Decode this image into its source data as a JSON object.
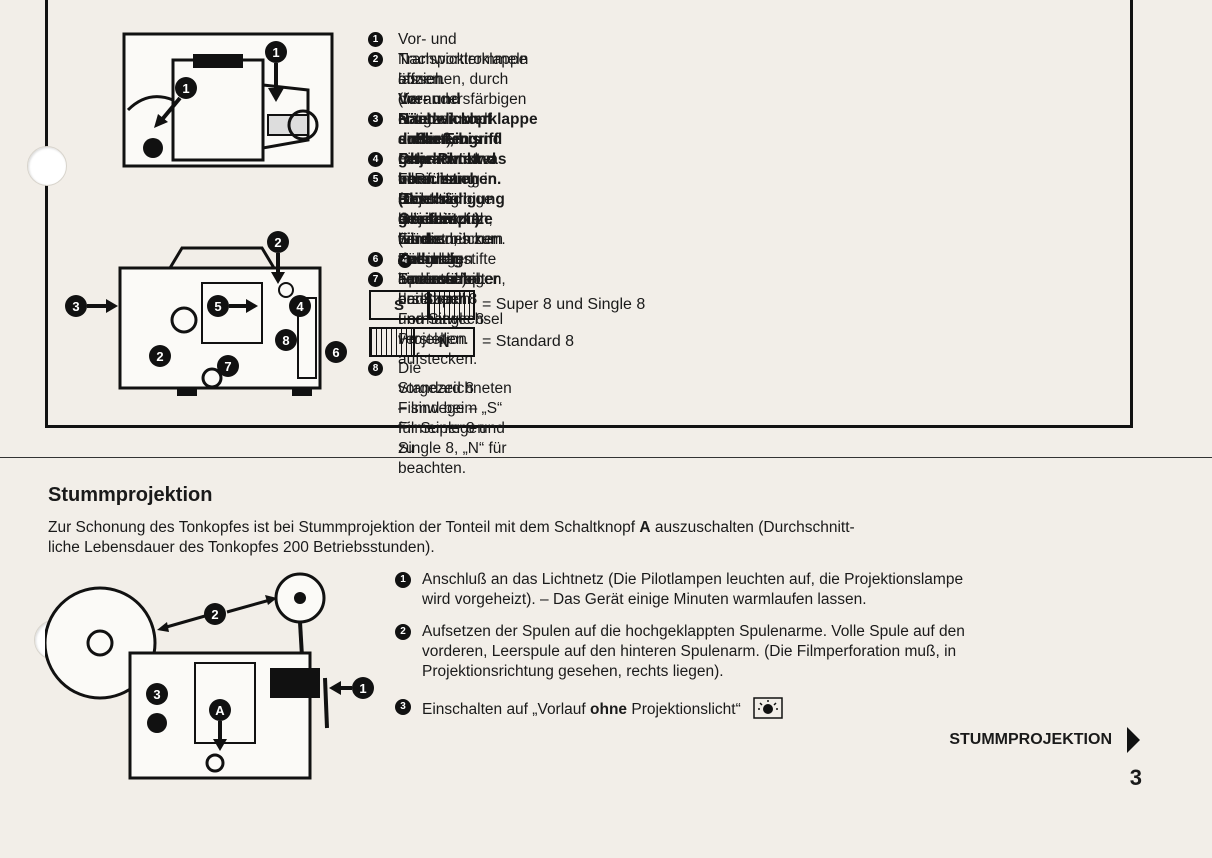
{
  "steps_top": [
    {
      "num": "1",
      "lines": [
        "Vor- und Nachwicklerklappe öffnen."
      ]
    },
    {
      "num": "2",
      "lines": [
        "Transporttrommeln abziehen, durch die andersfärbigen ersetzen und einrasten",
        "lassen (wenn nötig drehen)."
      ],
      "bold_lines": [
        "Vor- und Nachwicklerklappe schließen und Objektiv etwas herausziehen."
      ]
    },
    {
      "num": "3",
      "bold_lines": [
        "Rändelknopf drehen, bis roter Punkt oben ist. (Die Greiferspitze wird dadurch",
        "außer Eingriff gebracht und vor Beschädigung geschützt.)"
      ]
    },
    {
      "num": "4",
      "lines": [
        "Filmandrücker in Richtung Objektiv drücken und herausnehmen."
      ]
    },
    {
      "num": "5",
      "lines": [
        "Filmführung in Richtung Objektiv drücken, vorsichtig herausnehmen und durch",
        "andersfärbige ersetzen (zuerst bis zum Anschlag hineinschieben, dann nach",
        "links drücken, bis die Führungsstifte einrasten)."
      ],
      "extra": [
        "Filmandrücker ",
        "4",
        " durch andersfärbigen ersetzen."
      ]
    },
    {
      "num": "6",
      "lines": [
        "Hellgrauen Spulenadapter bei Super 8 und Single 8-Projektion aufstecken."
      ]
    },
    {
      "num": "7",
      "lines": [
        "Tonumschalter bei Formatwechsel verstellen."
      ]
    },
    {
      "num": "8",
      "lines": [
        "Die vorgezeichneten Filmwege – „S“ für Super 8 und Single 8, „N“ für",
        "Standard 8 – sind beim Filmeinlegen zu beachten."
      ]
    }
  ],
  "legend": {
    "s_letter": "S",
    "s_label": "= Super 8 und Single 8",
    "n_letter": "N",
    "n_label": "= Standard 8"
  },
  "section": {
    "title": "Stummprojektion",
    "intro_lines": [
      "Zur Schonung des Tonkopfes ist bei Stummprojektion der Tonteil mit dem Schaltknopf A auszuschalten (Durchschnitt-",
      "liche Lebensdauer des Tonkopfes 200 Betriebsstunden)."
    ],
    "intro_pre": "Zur Schonung des Tonkopfes ist bei Stummprojektion der Tonteil mit dem Schaltknopf ",
    "intro_bold": "A",
    "intro_post": " auszuschalten (Durchschnitt-",
    "intro_line2": "liche Lebensdauer des Tonkopfes 200 Betriebsstunden)."
  },
  "steps_bottom": [
    {
      "num": "1",
      "lines": [
        "Anschluß an das Lichtnetz (Die Pilotlampen leuchten auf, die Projektionslampe",
        "wird vorgeheizt). – Das Gerät einige Minuten warmlaufen lassen."
      ]
    },
    {
      "num": "2",
      "lines": [
        "Aufsetzen der Spulen auf die hochgeklappten Spulenarme. Volle Spule auf den",
        "vorderen, Leerspule auf den hinteren Spulenarm. (Die Filmperforation muß, in",
        "Projektionsrichtung gesehen, rechts liegen)."
      ]
    },
    {
      "num": "3",
      "pre": "Einschalten auf „Vorlauf ",
      "bold": "ohne",
      "post": " Projektionslicht“"
    }
  ],
  "footer": {
    "link": "STUMMPROJEKTION",
    "page": "3"
  },
  "colors": {
    "ink": "#111111",
    "paper": "#f2eee8"
  }
}
